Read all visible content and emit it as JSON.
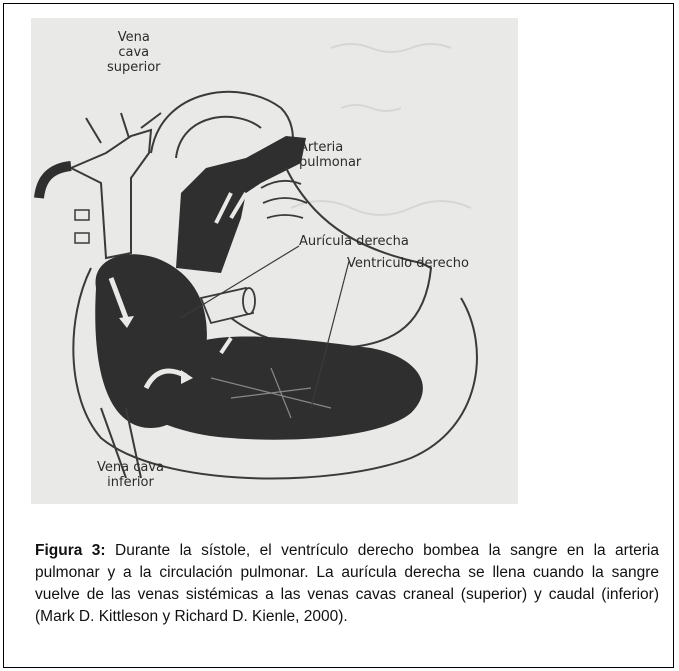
{
  "figure": {
    "labels": {
      "vena_cava_superior": [
        "Vena",
        "cava",
        "superior"
      ],
      "arteria_pulmonar": [
        "Arteria",
        "pulmonar"
      ],
      "auricula_derecha": "Aurícula derecha",
      "ventriculo_derecho": "Ventriculo derecho",
      "vena_cava_inferior": [
        "Vena cava",
        "inferior"
      ]
    },
    "caption": {
      "label": "Figura 3:",
      "text": " Durante la sístole, el ventrículo derecho bombea la sangre en la arteria pulmonar y a la circulación pulmonar. La aurícula derecha se llena cuando la sangre vuelve de las venas sistémicas a las venas cavas craneal (superior) y caudal (inferior) (Mark D. Kittleson y Richard D. Kienle, 2000)."
    }
  },
  "colors": {
    "blood": "#2f2f2f",
    "paper": "#e9e9e7",
    "ink": "#3a3a3a"
  }
}
